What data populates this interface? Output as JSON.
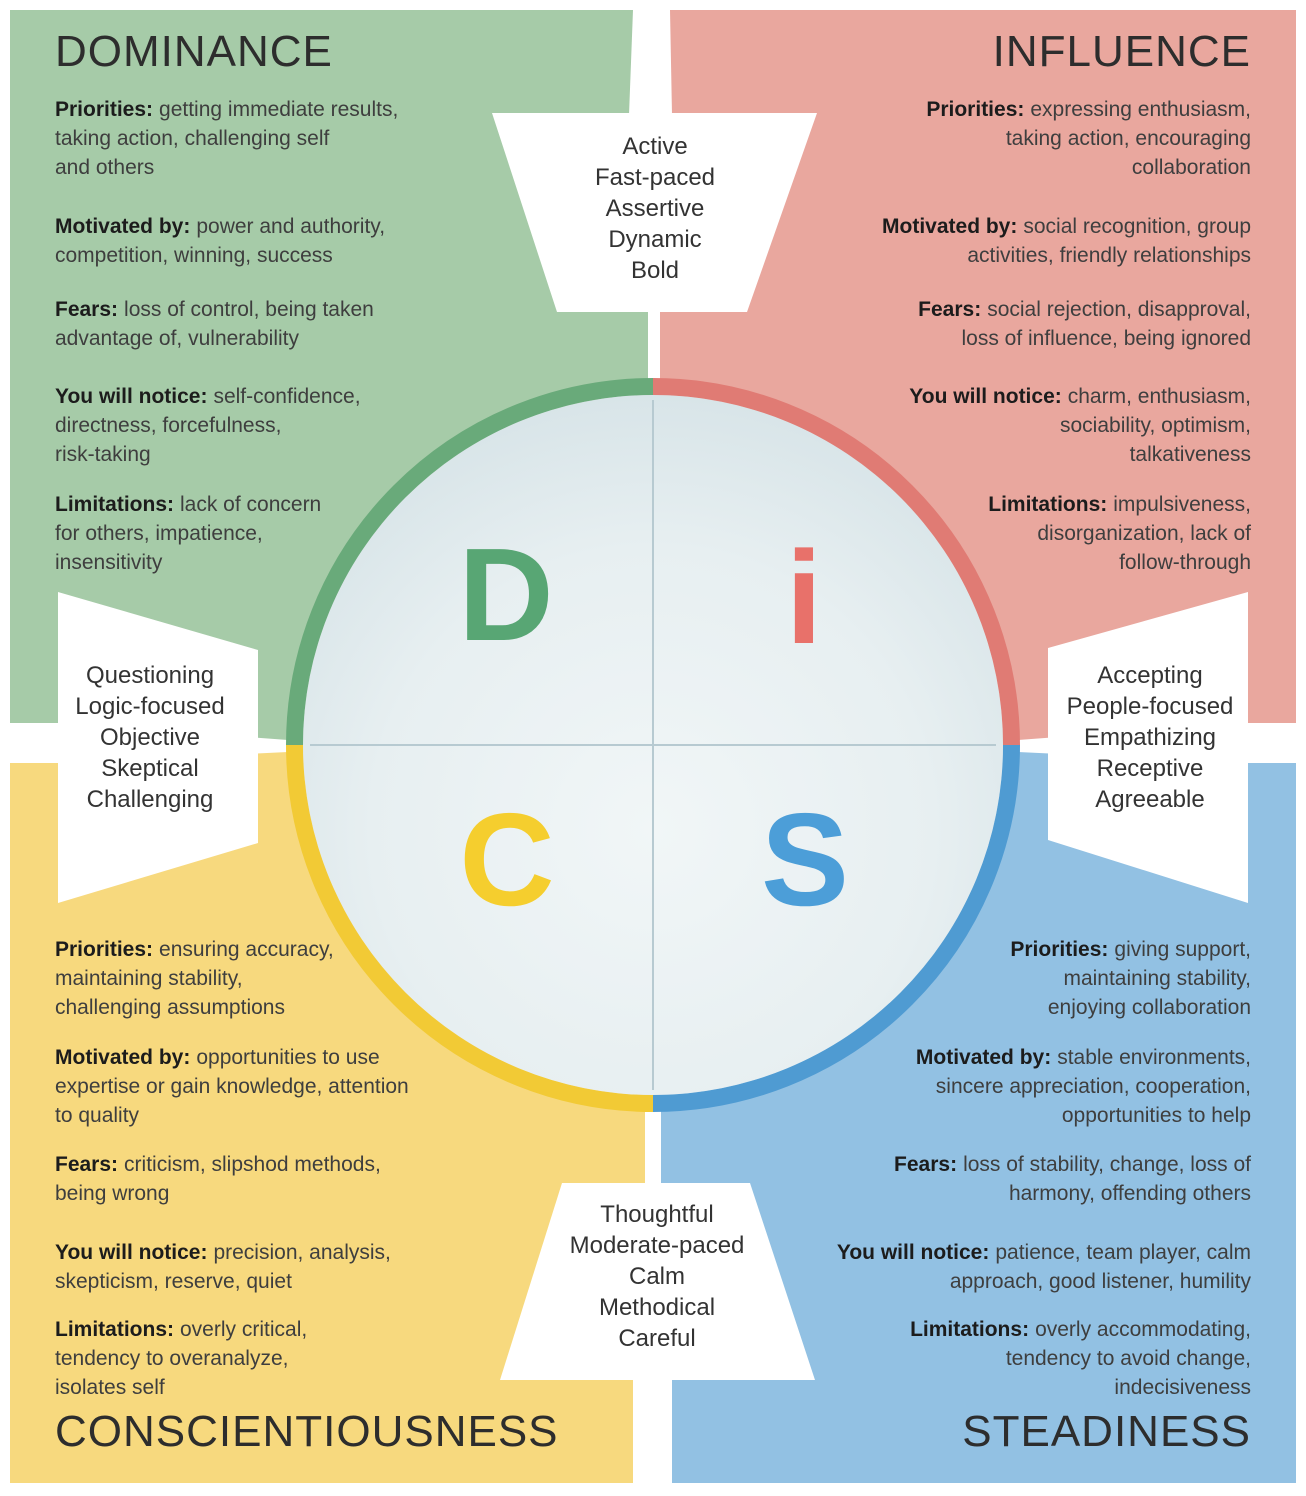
{
  "quadrants": {
    "dominance": {
      "name": "DOMINANCE",
      "letter": "D",
      "colors": {
        "background": "#a6cba8",
        "ring": "#69aa7a",
        "letter": "#58a674"
      },
      "traits": [
        {
          "label": "Priorities:",
          "lines": [
            "getting immediate results,",
            "taking action, challenging self",
            "and others"
          ]
        },
        {
          "label": "Motivated by:",
          "lines": [
            "power and authority,",
            "competition, winning, success"
          ]
        },
        {
          "label": "Fears:",
          "lines": [
            "loss of control, being taken",
            "advantage of, vulnerability"
          ]
        },
        {
          "label": "You will notice:",
          "lines": [
            "self-confidence,",
            "directness, forcefulness,",
            "risk-taking"
          ]
        },
        {
          "label": "Limitations:",
          "lines": [
            "lack of concern",
            "for others, impatience,",
            "insensitivity"
          ]
        }
      ]
    },
    "influence": {
      "name": "INFLUENCE",
      "letter": "i",
      "colors": {
        "background": "#e9a79e",
        "ring": "#e07b74",
        "letter": "#e8716a"
      },
      "traits": [
        {
          "label": "Priorities:",
          "lines": [
            "expressing enthusiasm,",
            "taking action, encouraging",
            "collaboration"
          ]
        },
        {
          "label": "Motivated by:",
          "lines": [
            "social recognition, group",
            "activities, friendly relationships"
          ]
        },
        {
          "label": "Fears:",
          "lines": [
            "social rejection, disapproval,",
            "loss of influence, being ignored"
          ]
        },
        {
          "label": "You will notice:",
          "lines": [
            "charm, enthusiasm,",
            "sociability, optimism,",
            "talkativeness"
          ]
        },
        {
          "label": "Limitations:",
          "lines": [
            "impulsiveness,",
            "disorganization, lack of",
            "follow-through"
          ]
        }
      ]
    },
    "conscientiousness": {
      "name": "CONSCIENTIOUSNESS",
      "letter": "C",
      "colors": {
        "background": "#f7d97e",
        "ring": "#f2ca35",
        "letter": "#f5ce2e"
      },
      "traits": [
        {
          "label": "Priorities:",
          "lines": [
            "ensuring accuracy,",
            "maintaining stability,",
            "challenging assumptions"
          ]
        },
        {
          "label": "Motivated by:",
          "lines": [
            "opportunities to use",
            "expertise or gain knowledge, attention",
            "to quality"
          ]
        },
        {
          "label": "Fears:",
          "lines": [
            "criticism, slipshod methods,",
            "being wrong"
          ]
        },
        {
          "label": "You will notice:",
          "lines": [
            "precision, analysis,",
            "skepticism, reserve, quiet"
          ]
        },
        {
          "label": "Limitations:",
          "lines": [
            "overly critical,",
            "tendency to overanalyze,",
            "isolates self"
          ]
        }
      ]
    },
    "steadiness": {
      "name": "STEADINESS",
      "letter": "S",
      "colors": {
        "background": "#92c1e3",
        "ring": "#4f9bd2",
        "letter": "#4c9ed8"
      },
      "traits": [
        {
          "label": "Priorities:",
          "lines": [
            "giving support,",
            "maintaining stability,",
            "enjoying collaboration"
          ]
        },
        {
          "label": "Motivated by:",
          "lines": [
            "stable environments,",
            "sincere appreciation, cooperation,",
            "opportunities to help"
          ]
        },
        {
          "label": "Fears:",
          "lines": [
            "loss of stability, change, loss of",
            "harmony, offending others"
          ]
        },
        {
          "label": "You will notice:",
          "lines": [
            "patience, team player, calm",
            "approach, good listener, humility"
          ]
        },
        {
          "label": "Limitations:",
          "lines": [
            "overly accommodating,",
            "tendency to avoid change,",
            "indecisiveness"
          ]
        }
      ]
    }
  },
  "callouts": {
    "top": {
      "words": [
        "Active",
        "Fast-paced",
        "Assertive",
        "Dynamic",
        "Bold"
      ]
    },
    "right": {
      "words": [
        "Accepting",
        "People-focused",
        "Empathizing",
        "Receptive",
        "Agreeable"
      ]
    },
    "bottom": {
      "words": [
        "Thoughtful",
        "Moderate-paced",
        "Calm",
        "Methodical",
        "Careful"
      ]
    },
    "left": {
      "words": [
        "Questioning",
        "Logic-focused",
        "Objective",
        "Skeptical",
        "Challenging"
      ]
    }
  },
  "circle": {
    "inner_fill": "#e7eff1",
    "inner_rim": "#d6e3e7",
    "crosshair": "#b7cad1"
  }
}
